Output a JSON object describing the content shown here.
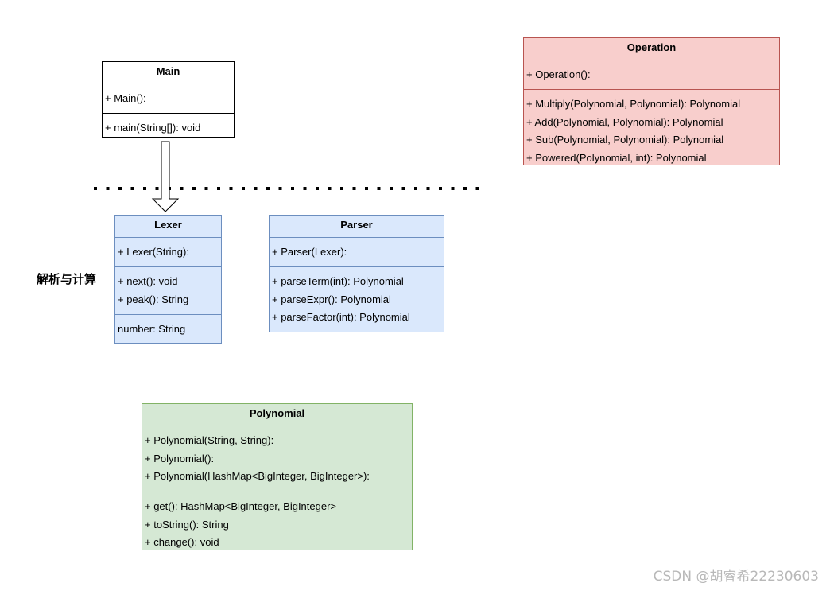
{
  "classes": {
    "main": {
      "name": "Main",
      "constructors": [
        "+ Main():"
      ],
      "methods": [
        "+ main(String[]): void"
      ]
    },
    "operation": {
      "name": "Operation",
      "constructors": [
        "+ Operation():"
      ],
      "methods": [
        "+ Multiply(Polynomial, Polynomial): Polynomial",
        "+ Add(Polynomial, Polynomial): Polynomial",
        "+ Sub(Polynomial, Polynomial): Polynomial",
        "+ Powered(Polynomial, int): Polynomial"
      ]
    },
    "lexer": {
      "name": "Lexer",
      "constructors": [
        "+ Lexer(String):"
      ],
      "methods": [
        "+ next(): void",
        "+ peak(): String"
      ],
      "fields": [
        "number: String"
      ]
    },
    "parser": {
      "name": "Parser",
      "constructors": [
        "+ Parser(Lexer):"
      ],
      "methods": [
        "+ parseTerm(int): Polynomial",
        "+ parseExpr(): Polynomial",
        "+ parseFactor(int): Polynomial"
      ]
    },
    "polynomial": {
      "name": "Polynomial",
      "constructors": [
        "+ Polynomial(String, String):",
        "+ Polynomial():",
        "+ Polynomial(HashMap<BigInteger, BigInteger>):"
      ],
      "methods": [
        "+ get(): HashMap<BigInteger, BigInteger>",
        "+ toString(): String",
        "+ change(): void"
      ]
    }
  },
  "side_label": "解析与计算",
  "watermark": "CSDN @胡睿希22230603",
  "colors": {
    "blue_fill": "#dae8fc",
    "blue_stroke": "#6c8ebf",
    "green_fill": "#d5e8d4",
    "green_stroke": "#82b366",
    "red_fill": "#f8cecc",
    "red_stroke": "#b85450"
  }
}
